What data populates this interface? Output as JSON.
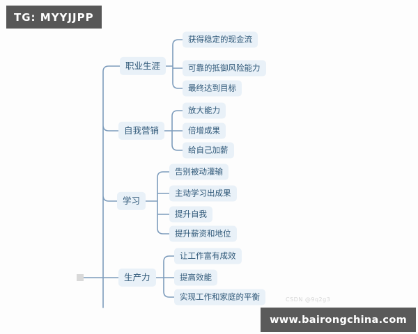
{
  "header_badge": {
    "text": "TG: MYYJJPP"
  },
  "footer_badge": {
    "text": "www.bairongchina.com"
  },
  "watermark": {
    "text": "CSDN @9q2g3"
  },
  "mindmap": {
    "line_color": "#7d9cbc",
    "node_bg": "#e9f1f8",
    "node_text_color": "#2f5878",
    "root_stub_color": "#d9d9d9",
    "branches": [
      {
        "label": "职业生涯",
        "children": [
          "获得稳定的现金流",
          "可靠的抵御风险能力",
          "最终达到目标"
        ]
      },
      {
        "label": "自我营销",
        "children": [
          "放大能力",
          "倍增成果",
          "给自己加薪"
        ]
      },
      {
        "label": "学习",
        "children": [
          "告别被动灌输",
          "主动学习出成果",
          "提升自我",
          "提升薪资和地位"
        ]
      },
      {
        "label": "生产力",
        "children": [
          "让工作富有成效",
          "提高效能",
          "实现工作和家庭的平衡"
        ]
      }
    ]
  }
}
